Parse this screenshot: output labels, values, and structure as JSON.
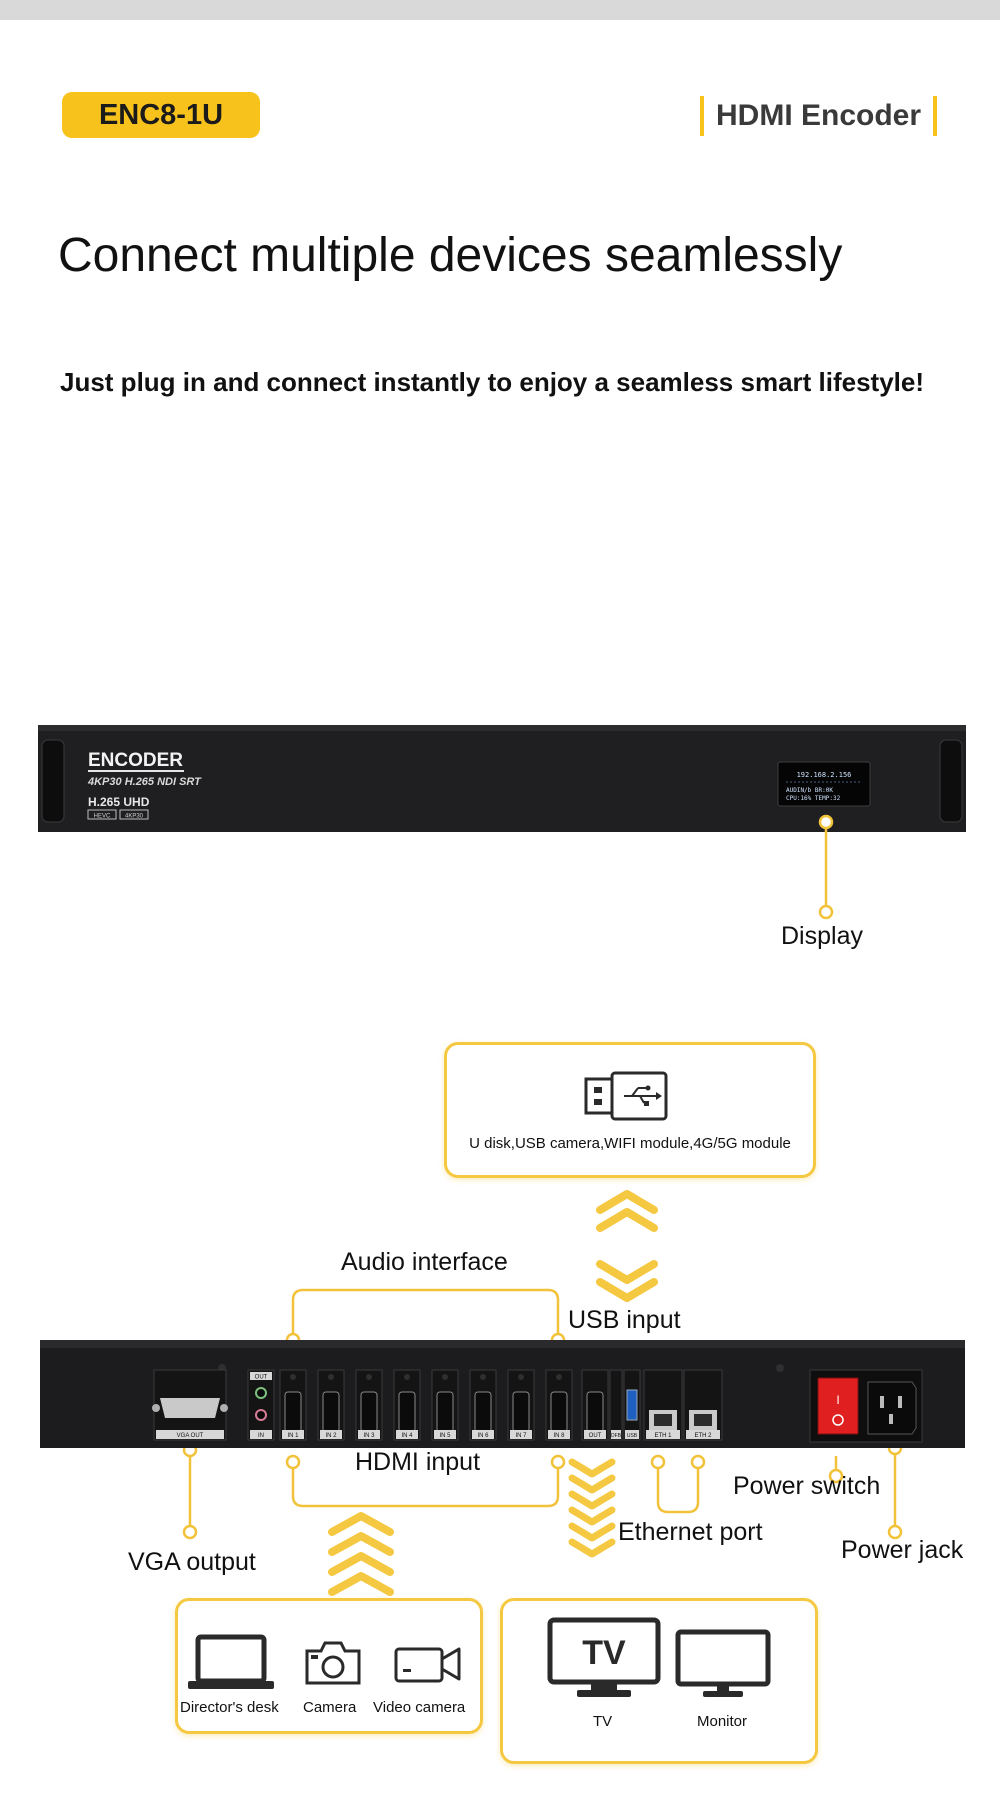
{
  "header": {
    "model": "ENC8-1U",
    "product_type": "HDMI Encoder"
  },
  "hero": {
    "headline": "Connect multiple devices seamlessly",
    "subline": "Just plug in and connect instantly to enjoy a seamless smart lifestyle!"
  },
  "front": {
    "brand": "ENCODER",
    "spec": "4KP30 H.265 NDI SRT",
    "codec": "H.265 UHD",
    "badges": [
      "HEVC",
      "4KP30"
    ],
    "oled_ip": "192.168.2.156",
    "oled_line1": "AUDIN/b   BR:0K",
    "oled_line2": "CPU:16%   TEMP:32",
    "display_callout": "Display"
  },
  "rear": {
    "port_labels": [
      "VGA OUT",
      "OUT",
      "IN",
      "IN 1",
      "IN 2",
      "IN 3",
      "IN 4",
      "IN 5",
      "IN 6",
      "IN 7",
      "IN 8",
      "OUT",
      "DFB",
      "USB",
      "ETH 1",
      "ETH 2"
    ],
    "callouts": {
      "audio": "Audio interface",
      "usb": "USB input",
      "hdmi": "HDMI input",
      "vga": "VGA output",
      "ethernet": "Ethernet port",
      "power_switch": "Power switch",
      "power_jack": "Power jack"
    }
  },
  "usb_box": {
    "icon": "usb-drive-icon",
    "label": "U disk,USB camera,WIFI module,4G/5G module"
  },
  "sources_box": {
    "items": [
      {
        "icon": "laptop-icon",
        "label": "Director's desk"
      },
      {
        "icon": "camera-icon",
        "label": "Camera"
      },
      {
        "icon": "video-camera-icon",
        "label": "Video camera"
      }
    ]
  },
  "displays_box": {
    "items": [
      {
        "icon": "tv-icon",
        "label": "TV",
        "screen_text": "TV"
      },
      {
        "icon": "monitor-icon",
        "label": "Monitor"
      }
    ]
  },
  "colors": {
    "accent": "#f7c21b",
    "box_border": "#f5c842",
    "chassis": "#1f1f21",
    "power_switch": "#e02020"
  }
}
